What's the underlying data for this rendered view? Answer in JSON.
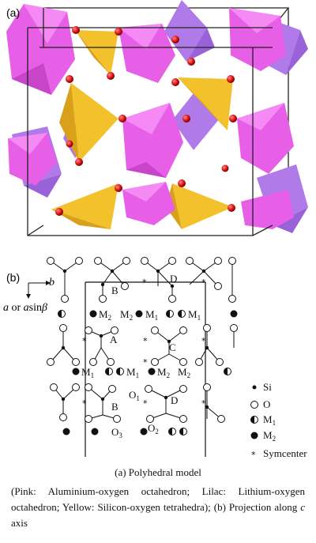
{
  "panel_a": {
    "label": "(a)"
  },
  "panel_b": {
    "label": "(b)",
    "axis_b": "b",
    "axis_a_1": "a",
    "axis_a_2": " or ",
    "axis_a_3": "a",
    "axis_a_4": "sin",
    "axis_a_5": "β",
    "site_labels": {
      "A": "A",
      "B": "B",
      "C": "C",
      "D": "D",
      "O1": "O",
      "O1_sub": "1",
      "O2": "O",
      "O2_sub": "2",
      "O3": "O",
      "O3_sub": "3",
      "M": "M",
      "M1": "1",
      "M2": "2"
    },
    "legend": [
      {
        "symbol": "●",
        "label": "Si"
      },
      {
        "symbol": "○",
        "label": "O"
      },
      {
        "symbol": "◐",
        "label": "M",
        "sub": "1"
      },
      {
        "symbol": "●",
        "label": "M",
        "sub": "2"
      },
      {
        "symbol": "*",
        "label": "Symcenter"
      }
    ]
  },
  "caption": {
    "title": "(a) Polyhedral model",
    "body_1": "(Pink: Aluminium-oxygen octahedron; Lilac: Lithium-oxygen octahedron; Yellow: Silicon-oxygen tetrahedra); (b) Projection along ",
    "body_axis": "c",
    "body_2": " axis"
  },
  "colors": {
    "pink": "#e65fe6",
    "lilac": "#b07be8",
    "yellow": "#f2c12c",
    "oxygen": "#e01515"
  }
}
